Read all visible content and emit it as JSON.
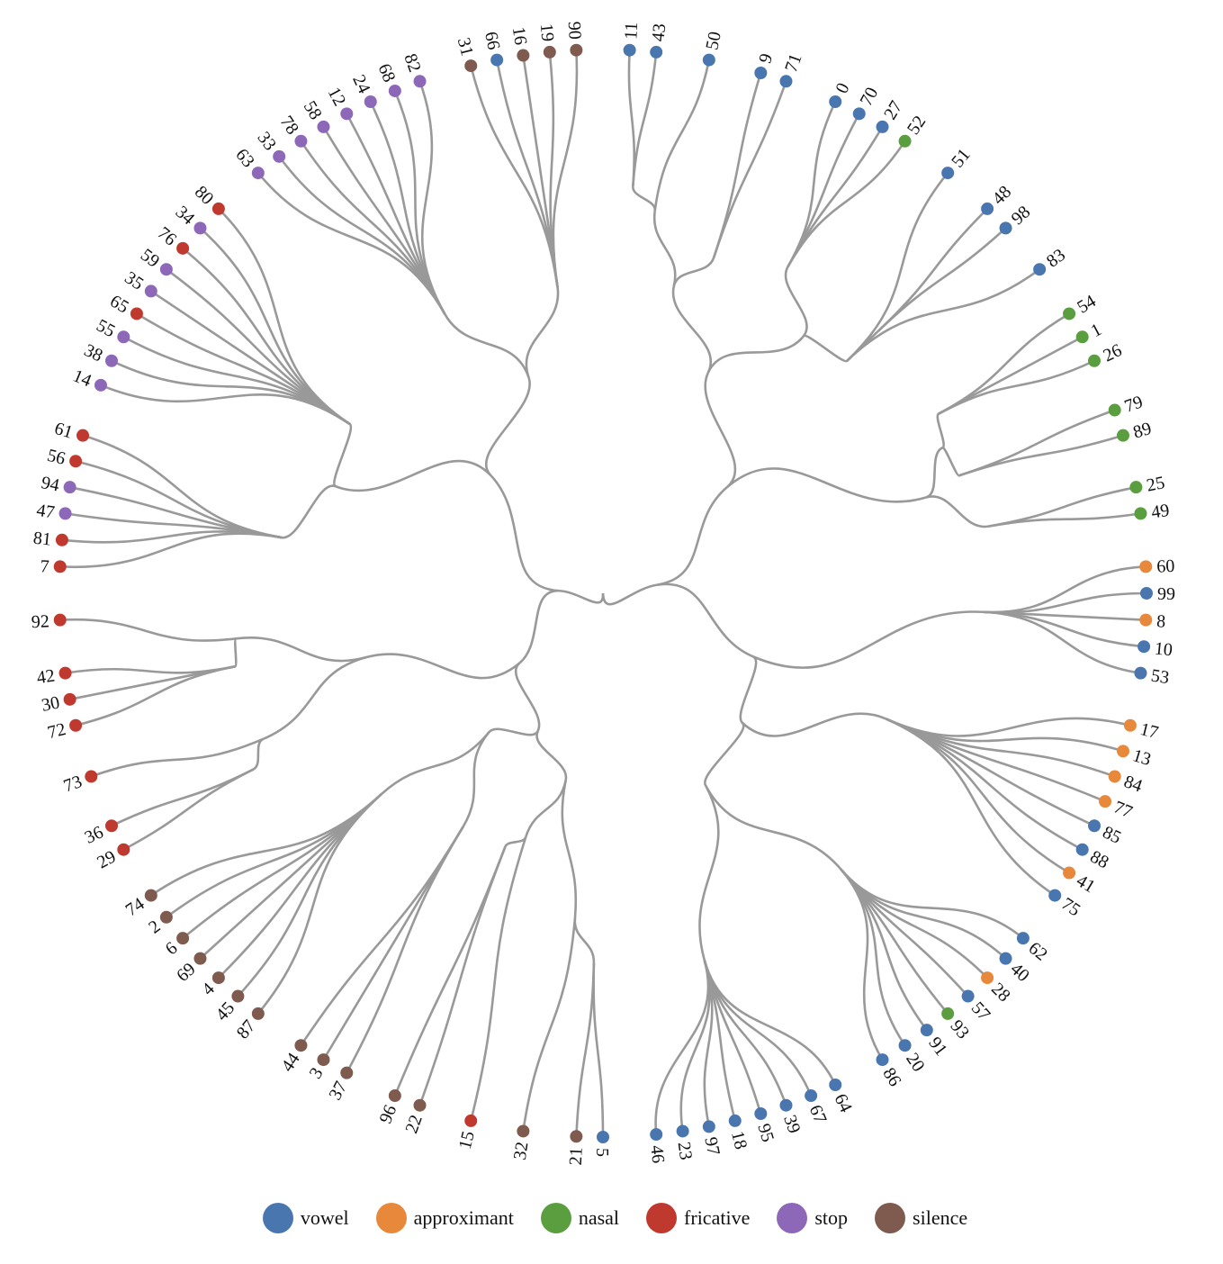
{
  "chart_data": {
    "type": "radial-dendrogram",
    "legend_position": "bottom",
    "classes": [
      {
        "name": "vowel",
        "color": "#4a76b0"
      },
      {
        "name": "approximant",
        "color": "#e8883a"
      },
      {
        "name": "nasal",
        "color": "#5a9e3f"
      },
      {
        "name": "fricative",
        "color": "#c0392f"
      },
      {
        "name": "stop",
        "color": "#8e68b8"
      },
      {
        "name": "silence",
        "color": "#7f5a4e"
      }
    ],
    "leaf_class": {
      "11": "vowel",
      "43": "vowel",
      "50": "vowel",
      "9": "vowel",
      "71": "vowel",
      "0": "vowel",
      "70": "vowel",
      "27": "vowel",
      "52": "nasal",
      "51": "vowel",
      "48": "vowel",
      "98": "vowel",
      "83": "vowel",
      "54": "nasal",
      "1": "nasal",
      "26": "nasal",
      "79": "nasal",
      "89": "nasal",
      "25": "nasal",
      "49": "nasal",
      "60": "approximant",
      "99": "vowel",
      "8": "approximant",
      "10": "vowel",
      "53": "vowel",
      "17": "approximant",
      "13": "approximant",
      "84": "approximant",
      "77": "approximant",
      "85": "vowel",
      "88": "vowel",
      "41": "approximant",
      "75": "vowel",
      "62": "vowel",
      "40": "vowel",
      "28": "approximant",
      "57": "vowel",
      "93": "nasal",
      "91": "vowel",
      "20": "vowel",
      "86": "vowel",
      "64": "vowel",
      "67": "vowel",
      "39": "vowel",
      "95": "vowel",
      "18": "vowel",
      "97": "vowel",
      "23": "vowel",
      "46": "vowel",
      "5": "vowel",
      "21": "silence",
      "32": "silence",
      "15": "fricative",
      "22": "silence",
      "96": "silence",
      "37": "silence",
      "3": "silence",
      "44": "silence",
      "87": "silence",
      "45": "silence",
      "4": "silence",
      "69": "silence",
      "6": "silence",
      "2": "silence",
      "74": "silence",
      "29": "fricative",
      "36": "fricative",
      "73": "fricative",
      "72": "fricative",
      "30": "fricative",
      "42": "fricative",
      "92": "fricative",
      "7": "fricative",
      "81": "fricative",
      "47": "stop",
      "94": "stop",
      "56": "fricative",
      "61": "fricative",
      "14": "stop",
      "38": "stop",
      "55": "stop",
      "65": "fricative",
      "35": "stop",
      "59": "stop",
      "76": "fricative",
      "34": "stop",
      "80": "fricative",
      "63": "stop",
      "33": "stop",
      "78": "stop",
      "58": "stop",
      "12": "stop",
      "24": "stop",
      "68": "stop",
      "82": "stop",
      "31": "silence",
      "66": "vowel",
      "16": "silence",
      "19": "silence",
      "90": "silence"
    },
    "tree": {
      "h": 0,
      "c": [
        {
          "h": 0.1,
          "c": [
            {
              "h": 0.3,
              "c": [
                {
                  "h": 0.45,
                  "c": [
                    {
                      "h": 0.58,
                      "c": [
                        {
                          "h": 0.71,
                          "c": [
                            {
                              "h": 0.75,
                              "c": [
                                "11",
                                "43"
                              ]
                            },
                            "50"
                          ]
                        },
                        {
                          "h": 0.65,
                          "c": [
                            "9",
                            "71"
                          ]
                        }
                      ]
                    },
                    {
                      "h": 0.6,
                      "c": [
                        {
                          "h": 0.69,
                          "c": [
                            "0",
                            "70",
                            "27",
                            "52"
                          ]
                        },
                        {
                          "h": 0.62,
                          "c": [
                            "51",
                            {
                              "h": 0.7,
                              "c": [
                                "48",
                                "98"
                              ]
                            },
                            "83"
                          ]
                        }
                      ]
                    }
                  ]
                },
                {
                  "h": 0.62,
                  "c": [
                    {
                      "h": 0.68,
                      "c": [
                        {
                          "h": 0.7,
                          "c": [
                            "54",
                            "1",
                            "26"
                          ]
                        },
                        {
                          "h": 0.69,
                          "c": [
                            "79",
                            "89"
                          ]
                        }
                      ]
                    },
                    {
                      "h": 0.72,
                      "c": [
                        "25",
                        "49"
                      ]
                    }
                  ]
                }
              ]
            },
            {
              "h": 0.3,
              "c": [
                {
                  "h": 0.7,
                  "c": [
                    "60",
                    "99",
                    "8",
                    "10",
                    "53"
                  ]
                },
                {
                  "h": 0.35,
                  "c": [
                    {
                      "h": 0.57,
                      "c": [
                        "17",
                        "13",
                        "84",
                        "77",
                        "85",
                        "88",
                        "41",
                        "75"
                      ]
                    },
                    {
                      "h": 0.4,
                      "c": [
                        {
                          "h": 0.67,
                          "c": [
                            "62",
                            "40",
                            "28",
                            "57",
                            "93",
                            "91",
                            "20",
                            "86"
                          ]
                        },
                        {
                          "h": 0.7,
                          "c": [
                            "64",
                            "67",
                            "39",
                            "95",
                            "18",
                            "97",
                            "23",
                            "46"
                          ]
                        }
                      ]
                    }
                  ]
                }
              ]
            }
          ]
        },
        {
          "h": 0.08,
          "c": [
            {
              "h": 0.2,
              "c": [
                {
                  "h": 0.28,
                  "c": [
                    {
                      "h": 0.35,
                      "c": [
                        {
                          "h": 0.6,
                          "c": [
                            {
                              "h": 0.68,
                              "c": [
                                "5",
                                "21"
                              ]
                            },
                            "32"
                          ]
                        },
                        {
                          "h": 0.47,
                          "c": [
                            "15",
                            {
                              "h": 0.5,
                              "c": [
                                "22",
                                "96"
                              ]
                            }
                          ]
                        }
                      ]
                    },
                    {
                      "h": 0.33,
                      "c": [
                        {
                          "h": 0.5,
                          "c": [
                            "37",
                            "3",
                            "44"
                          ]
                        },
                        {
                          "h": 0.55,
                          "c": [
                            "87",
                            "45",
                            "4",
                            "69",
                            "6",
                            "2",
                            "74"
                          ]
                        }
                      ]
                    }
                  ]
                },
                {
                  "h": 0.45,
                  "c": [
                    {
                      "h": 0.68,
                      "c": [
                        {
                          "h": 0.72,
                          "c": [
                            "29",
                            "36"
                          ]
                        },
                        "73"
                      ]
                    },
                    {
                      "h": 0.68,
                      "c": [
                        {
                          "h": 0.69,
                          "c": [
                            "72",
                            "30",
                            "42"
                          ]
                        },
                        "92"
                      ]
                    }
                  ]
                }
              ]
            },
            {
              "h": 0.3,
              "c": [
                {
                  "h": 0.53,
                  "c": [
                    {
                      "h": 0.6,
                      "c": [
                        "7",
                        "81",
                        "47",
                        "94",
                        "56",
                        "61"
                      ]
                    },
                    {
                      "h": 0.56,
                      "c": [
                        "14",
                        "38",
                        "55",
                        "65",
                        "35",
                        "59",
                        "76",
                        "34",
                        "80"
                      ]
                    }
                  ]
                },
                {
                  "h": 0.42,
                  "c": [
                    {
                      "h": 0.59,
                      "c": [
                        "63",
                        "33",
                        "78",
                        "58",
                        "12",
                        "24",
                        "68",
                        "82"
                      ]
                    },
                    {
                      "h": 0.57,
                      "c": [
                        "31",
                        "66",
                        "16",
                        "19",
                        "90"
                      ]
                    }
                  ]
                }
              ]
            }
          ]
        }
      ]
    }
  }
}
